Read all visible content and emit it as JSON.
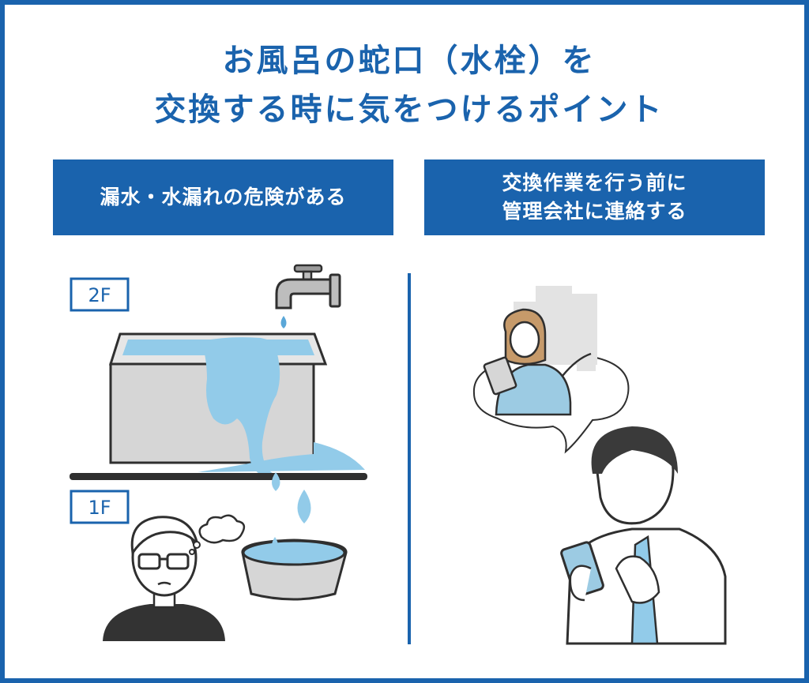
{
  "title": {
    "line1": "お風呂の蛇口（水栓）を",
    "line2": "交換する時に気をつけるポイント"
  },
  "left_panel": {
    "heading": "漏水・水漏れの危険がある",
    "floor_upper": "2F",
    "floor_lower": "1F"
  },
  "right_panel": {
    "heading_line1": "交換作業を行う前に",
    "heading_line2": "管理会社に連絡する"
  },
  "colors": {
    "brand_blue": "#1a63ad",
    "water": "#92cbe9",
    "gray": "#d6d6d6",
    "outline": "#2f2f2f"
  },
  "icons": [
    "faucet-icon",
    "bathtub-icon",
    "water-drop-icon",
    "bucket-icon",
    "worried-man-icon",
    "thought-bubble-icon",
    "building-icon",
    "clerk-woman-icon",
    "speech-cloud-icon",
    "man-with-phone-icon"
  ]
}
